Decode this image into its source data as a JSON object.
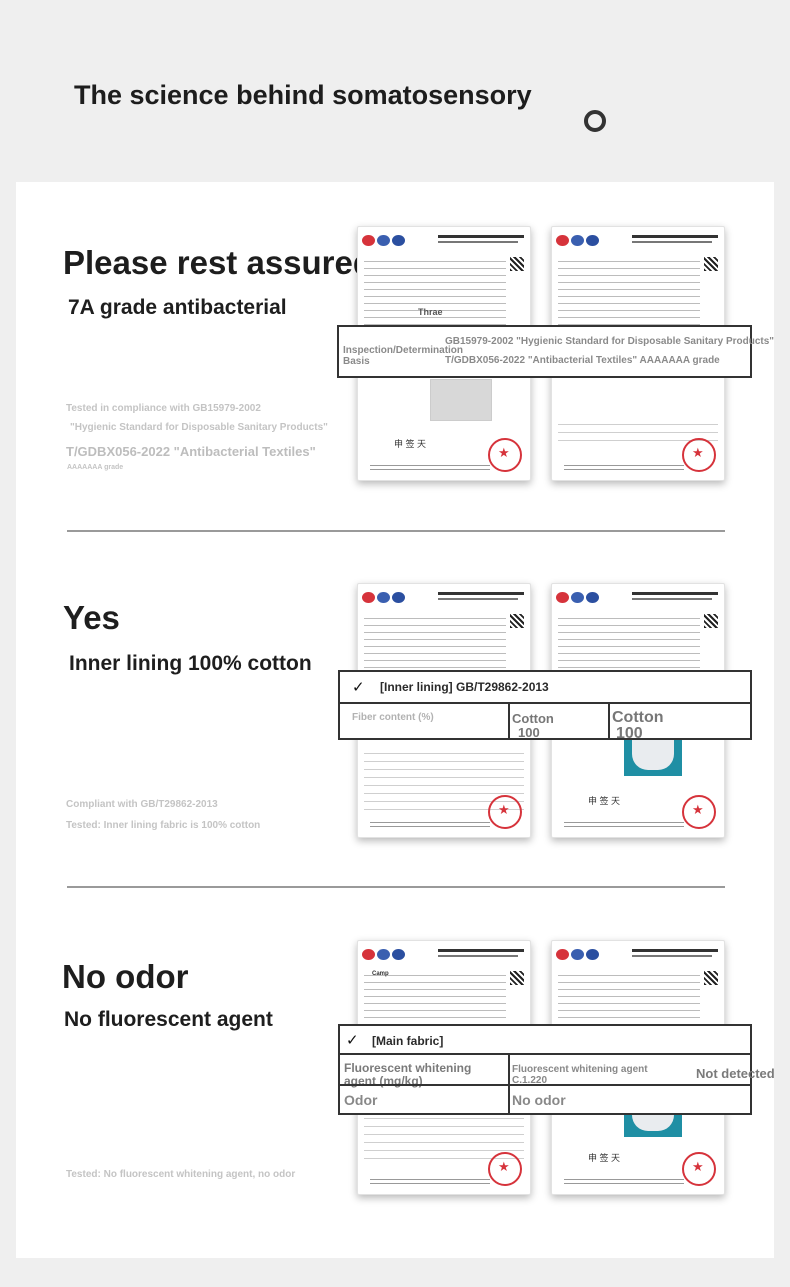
{
  "header": {
    "title": "The science behind somatosensory"
  },
  "sections": [
    {
      "heading": "Please rest assured",
      "subheading": "7A grade antibacterial",
      "notes": [
        "Tested in compliance with GB15979-2002",
        "\"Hygienic Standard for Disposable Sanitary Products\"",
        "T/GDBX056-2022 \"Antibacterial Textiles\"",
        "AAAAAAA grade"
      ],
      "doc_word": "Thrae",
      "overlay": {
        "label": "Inspection/Determination Basis",
        "line1": "GB15979-2002 \"Hygienic Standard for Disposable Sanitary Products\"",
        "line2": "T/GDBX056-2022 \"Antibacterial Textiles\" AAAAAAA grade"
      }
    },
    {
      "heading": "Yes",
      "subheading": "Inner lining 100% cotton",
      "notes": [
        "Compliant with GB/T29862-2013",
        "Tested: Inner lining fabric is 100% cotton"
      ],
      "overlay": {
        "check": "✓",
        "title": "[Inner lining] GB/T29862-2013",
        "row_label": "Fiber content (%)",
        "col1_name": "Cotton",
        "col1_value": "100",
        "col2_name": "Cotton",
        "col2_value": "100"
      }
    },
    {
      "heading": "No odor",
      "subheading": "No fluorescent agent",
      "notes": [
        "Tested: No fluorescent whitening agent, no odor"
      ],
      "doc_word": "Camp",
      "overlay": {
        "check": "✓",
        "title": "[Main fabric]",
        "row1_label": "Fluorescent whitening agent (mg/kg)",
        "row1_mid": "Fluorescent whitening agent C.1.220",
        "row1_value": "Not detected",
        "row2_label": "Odor",
        "row2_value": "No odor"
      }
    }
  ],
  "doc_signature": "申 签 天",
  "colors": {
    "stamp": "#d6333b",
    "teal": "#1f8fa4"
  }
}
